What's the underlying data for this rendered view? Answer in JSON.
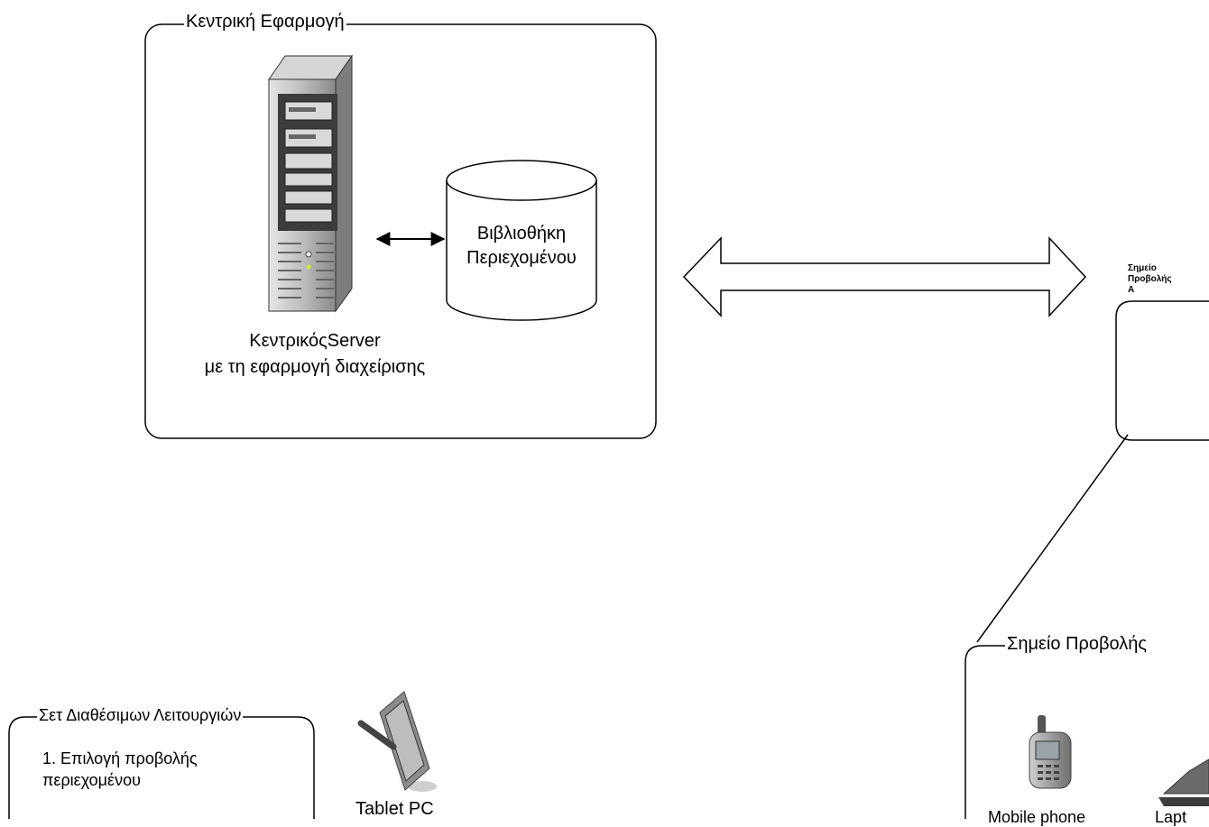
{
  "central_app": {
    "title": "Κεντρική Εφαρμογή",
    "server_label_line1": "ΚεντρικόςServer",
    "server_label_line2": "με τη εφαρμογή διαχείρισης",
    "library_label_line1": "Βιβλιοθήκη",
    "library_label_line2": "Περιεχομένου"
  },
  "view_point_a": {
    "label_line1": "Σημείο",
    "label_line2": "Προβολής",
    "label_line3": "Α"
  },
  "view_point_group": {
    "title": "Σημείο Προβολής",
    "mobile_label": "Mobile phone",
    "laptop_label": "Lapt"
  },
  "features": {
    "title": "Σετ Διαθέσιμων Λειτουργιών",
    "item1_line1": "1. Επιλογή προβολής",
    "item1_line2": "περιεχομένου"
  },
  "tablet": {
    "label": "Tablet PC"
  }
}
